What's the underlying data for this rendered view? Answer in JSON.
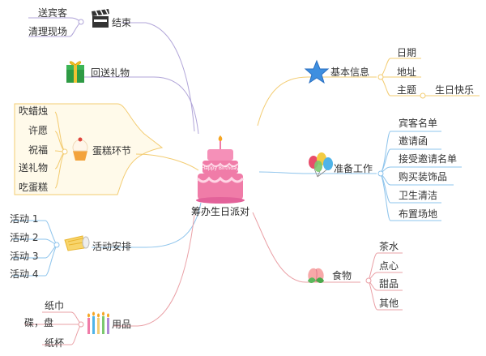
{
  "center": {
    "label": "筹办生日派对",
    "cake_text": "Happy Birthday"
  },
  "branches": {
    "jieshu": {
      "label": "结束",
      "children": [
        "送宾客",
        "清理现场"
      ]
    },
    "huisong": {
      "label": "回送礼物"
    },
    "dangao": {
      "label": "蛋糕环节",
      "children": [
        "吹蜡烛",
        "许愿",
        "祝福",
        "送礼物",
        "吃蛋糕"
      ]
    },
    "huodong": {
      "label": "活动安排",
      "children": [
        "活动 1",
        "活动 2",
        "活动 3",
        "活动 4"
      ]
    },
    "yongpin": {
      "label": "用品",
      "children": [
        "纸巾",
        "碟，盘",
        "纸杯"
      ]
    },
    "jiben": {
      "label": "基本信息",
      "children": [
        "日期",
        "地址",
        "主题"
      ],
      "sub": "生日快乐"
    },
    "zhunbei": {
      "label": "准备工作",
      "children": [
        "宾客名单",
        "邀请函",
        "接受邀请名单",
        "购买装饰品",
        "卫生清洁",
        "布置场地"
      ]
    },
    "shiwu": {
      "label": "食物",
      "children": [
        "茶水",
        "点心",
        "甜品",
        "其他"
      ]
    }
  },
  "colors": {
    "purple": "#b0a4d8",
    "gold": "#f3cc72",
    "blue": "#8ec4ec",
    "pink": "#eaa0a6",
    "cake": "#f07ca8"
  },
  "icons": {
    "jieshu": "clapperboard-icon",
    "huisong": "gift-box-icon",
    "dangao": "cupcake-icon",
    "huodong": "badminton-icon",
    "yongpin": "candles-icon",
    "jiben": "star-icon",
    "zhunbei": "balloons-icon",
    "shiwu": "peach-icon",
    "center": "birthday-cake-icon"
  }
}
